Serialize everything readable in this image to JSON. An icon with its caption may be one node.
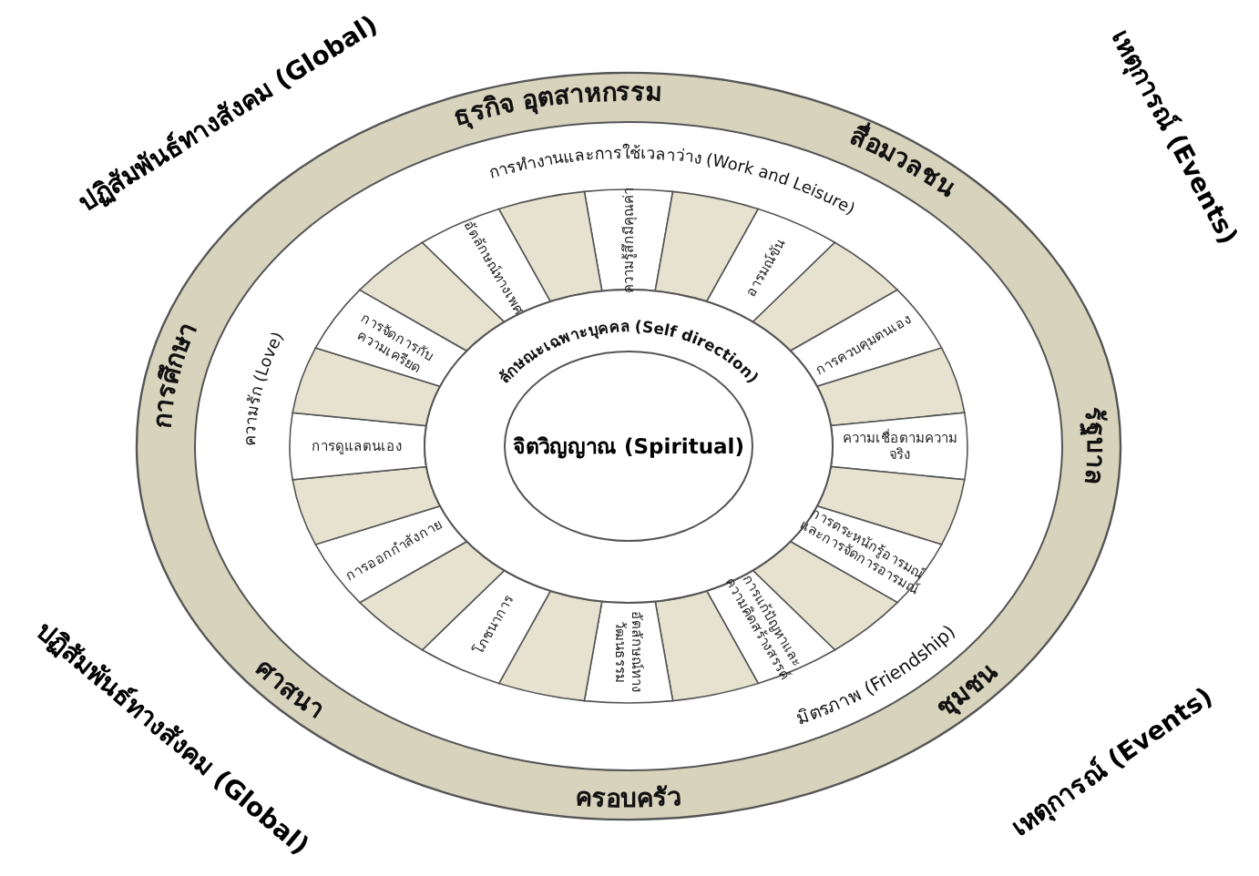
{
  "diagram": {
    "nodes": [
      {
        "text": [
          "ธุรกิจ อุตสาหกรรม",
          "สื่อมวลชน",
          "รัฐบาล",
          "ชุมชน",
          "ครอบครัว",
          "ศาสนา",
          "การศึกษา"
        ]
      },
      {
        "text": [
          "การทำงานและการใช้เวลาว่าง (Work and Leisure)",
          "มิตรภาพ (Friendship)",
          "ความรัก (Love)"
        ],
        "in": 0
      },
      {
        "text": [
          "ความรู้สึกมีคุณค่า"
        ],
        "in": 1
      },
      {
        "text": [],
        "shape": "wedge",
        "in": 1
      },
      {
        "text": [
          "อารมณ์ขัน"
        ],
        "in": 1
      },
      {
        "text": [],
        "shape": "wedge",
        "in": 1
      },
      {
        "text": [
          "การควบคุมตนเอง"
        ],
        "in": 1
      },
      {
        "text": [],
        "shape": "wedge",
        "in": 1
      },
      {
        "text": [
          "ความเชื่อตามความจริง"
        ],
        "in": 1
      },
      {
        "text": [],
        "shape": "wedge",
        "in": 1
      },
      {
        "text": [
          "การตระหนักรู้อารมณ์และการจัดการอารมณ์"
        ],
        "in": 1
      },
      {
        "text": [],
        "shape": "wedge",
        "in": 1
      },
      {
        "text": [
          "การแก้ปัญหาและความคิดสร้างสรรค์"
        ],
        "in": 1
      },
      {
        "text": [],
        "shape": "wedge",
        "in": 1
      },
      {
        "text": [
          "อัตลักษณ์ทางวัฒนธรรม"
        ],
        "in": 1
      },
      {
        "text": [],
        "shape": "wedge",
        "in": 1
      },
      {
        "text": [
          "โภชนาการ"
        ],
        "in": 1
      },
      {
        "text": [],
        "shape": "wedge",
        "in": 1
      },
      {
        "text": [
          "การออกกำลังกาย"
        ],
        "in": 1
      },
      {
        "text": [],
        "shape": "wedge",
        "in": 1
      },
      {
        "text": [
          "การดูแลตนเอง"
        ],
        "in": 1
      },
      {
        "text": [],
        "shape": "wedge",
        "in": 1
      },
      {
        "text": [
          "การจัดการกับความเครียด"
        ],
        "in": 1
      },
      {
        "text": [],
        "shape": "wedge",
        "in": 1
      },
      {
        "text": [
          "อัตลักษณ์ทางเพศ"
        ],
        "in": 1
      },
      {
        "text": [],
        "shape": "wedge",
        "in": 1
      },
      {
        "text": [
          "ลักษณะเฉพาะบุคคล (Self direction)"
        ],
        "in": 1
      },
      {
        "text": [
          "จิตวิญญาณ (Spiritual)"
        ],
        "in": 26
      }
    ],
    "labels": [
      "ปฏิสัมพันธ์ทางสังคม (Global)",
      "เหตุการณ์ (Events)",
      "ปฏิสัมพันธ์ทางสังคม (Global)",
      "เหตุการณ์ (Events)"
    ]
  }
}
